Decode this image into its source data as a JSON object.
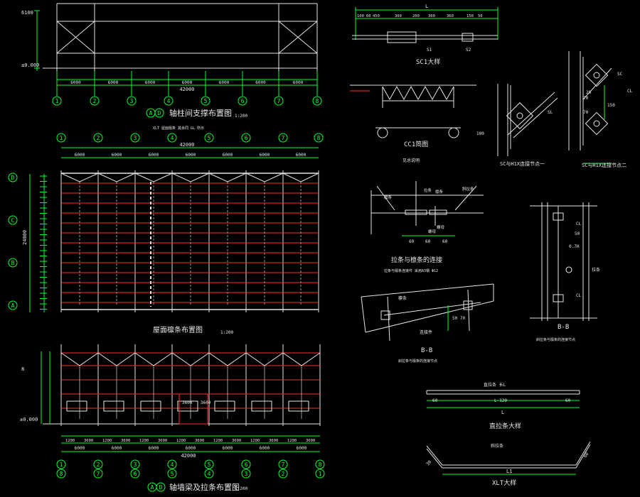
{
  "colors": {
    "bg": "#000000",
    "line": "#ffffff",
    "dim": "#00ff33",
    "red": "#ff2a2a",
    "grey": "#9a9a9a",
    "cyan": "#33ccff",
    "yellow": "#ffff33"
  },
  "top_elev": {
    "levels": [
      "6100",
      "±0.000"
    ],
    "bays": [
      "6000",
      "6000",
      "6000",
      "6000",
      "6000",
      "6000",
      "6000"
    ],
    "total": "42000",
    "axes": [
      "1",
      "2",
      "3",
      "4",
      "5",
      "6",
      "7",
      "8"
    ],
    "title_circles": [
      "A",
      "D"
    ],
    "title": "轴柱间支撑布置图",
    "scale": "1:200"
  },
  "roof_plan": {
    "axes_top": [
      "1",
      "2",
      "3",
      "4",
      "5",
      "6",
      "7",
      "8"
    ],
    "axes_left": [
      "D",
      "C",
      "B",
      "A"
    ],
    "bays": [
      "6000",
      "6000",
      "6000",
      "6000",
      "6000",
      "6000",
      "6000"
    ],
    "total": "42000",
    "side_total": "24000",
    "note": "XLT 屋面檩条 其余同 GL 所示",
    "title": "屋面檩条布置图",
    "scale": "1:200"
  },
  "bot_elev": {
    "levels": [
      "8",
      "±0.000"
    ],
    "bays": [
      "6000",
      "6000",
      "6000",
      "6000",
      "6000",
      "6000",
      "6000"
    ],
    "total": "42000",
    "axes_bottom": [
      "8",
      "7",
      "6",
      "5",
      "4",
      "3",
      "2",
      "1"
    ],
    "axes_top": [
      "1",
      "2",
      "3",
      "4",
      "5",
      "6",
      "7",
      "8"
    ],
    "sub_dims": [
      "1200",
      "3600",
      "1200",
      "3600",
      "1200",
      "3600",
      "1200",
      "3600",
      "1200",
      "3600",
      "1200",
      "3600",
      "1200",
      "3600"
    ],
    "door": "3600",
    "door_h": "3600",
    "title_circles": [
      "A",
      "D"
    ],
    "title": "轴墙梁及拉条布置图",
    "scale": "1:200"
  },
  "sc1": {
    "title": "SC1大样",
    "total": "L",
    "dims": [
      "100",
      "60",
      "450",
      "300",
      "200",
      "300",
      "360",
      "150",
      "50"
    ],
    "labels": [
      "S1",
      "S2"
    ]
  },
  "cc1": {
    "title": "CC1简图",
    "note": "见总说明"
  },
  "sc_joint1": {
    "title": "SC与H1X连接节点一",
    "labels": [
      "SL",
      "100"
    ]
  },
  "sc_joint2": {
    "title": "SC与H1X连接节点二",
    "labels": [
      "20",
      "70",
      "150",
      "70",
      "CL",
      "SC"
    ]
  },
  "purlin_tie": {
    "title": "拉条与檩条的连接",
    "note": "拉条与檩条连接件 采用A3钢 Φ12",
    "dims": [
      "60",
      "60",
      "60"
    ],
    "labels": [
      "拉条",
      "檩条",
      "斜拉条",
      "螺母",
      "螺母",
      "檩条"
    ]
  },
  "bb_left": {
    "title": "B-B",
    "note": "斜拉条与檩条的连接节点",
    "dim": "50 70",
    "labels": [
      "檩条",
      "连接件"
    ]
  },
  "bb_right": {
    "title": "B-B",
    "note": "斜拉条与檩条的连接节点",
    "dims": [
      "CL",
      "50",
      "CL"
    ],
    "labels": [
      "拉条",
      "0.7H"
    ]
  },
  "tie_rod": {
    "title": "直拉条大样",
    "note": "直拉条 长L",
    "dims": [
      "60",
      "L-120",
      "60"
    ],
    "total": "L"
  },
  "xlt": {
    "title": "XLT大样",
    "note": "斜拉条",
    "total": "L1",
    "dims": [
      "30",
      "60"
    ]
  }
}
